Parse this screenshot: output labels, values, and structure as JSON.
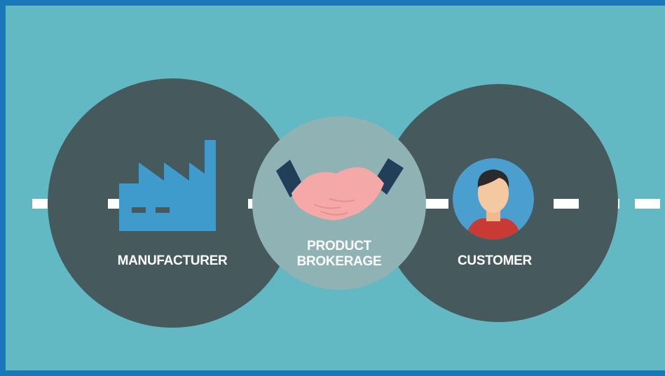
{
  "colors": {
    "border": "#1978b8",
    "background": "#62b8c3",
    "circle_dark": "#465a5e",
    "circle_middle": "#8fb2b4",
    "dash": "#ffffff",
    "factory": "#3f9bcb",
    "hands": "#f4a9a8",
    "cuffs": "#223f5a",
    "avatar_bg": "#4a9fce",
    "avatar_shirt": "#c83a33",
    "avatar_skin": "#f4c8a0",
    "avatar_hair": "#2a2a2a"
  },
  "nodes": [
    {
      "id": "manufacturer",
      "label": "MANUFACTURER",
      "icon": "factory-icon"
    },
    {
      "id": "brokerage",
      "label_line1": "PRODUCT",
      "label_line2": "BROKERAGE",
      "icon": "handshake-icon"
    },
    {
      "id": "customer",
      "label": "CUSTOMER",
      "icon": "person-icon"
    }
  ]
}
